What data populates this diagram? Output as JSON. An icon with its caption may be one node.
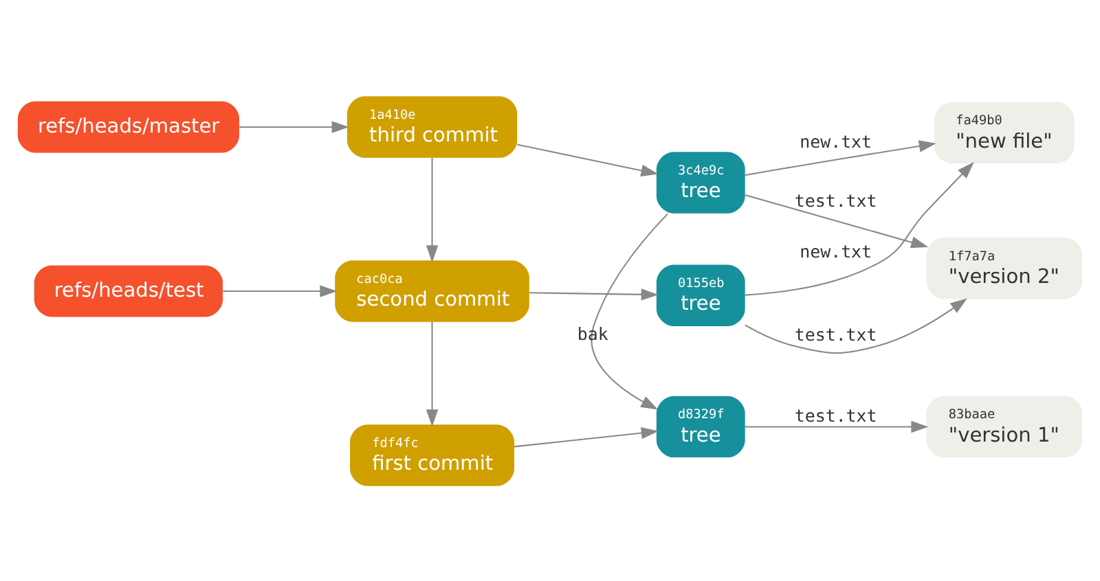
{
  "diagram": {
    "nodes": [
      {
        "text": [
          "refs/heads/master"
        ]
      },
      {
        "text": [
          "1a410e",
          "third commit"
        ]
      },
      {
        "text": [
          "3c4e9c",
          "tree"
        ]
      },
      {
        "text": [
          "refs/heads/test"
        ]
      },
      {
        "text": [
          "cac0ca",
          "second commit"
        ]
      },
      {
        "text": [
          "0155eb",
          "tree"
        ]
      },
      {
        "text": [
          "1f7a7a",
          "\"version 2\""
        ]
      },
      {
        "text": [
          "fa49b0",
          "\"new file\""
        ]
      },
      {
        "text": [
          "fdf4fc",
          "first commit"
        ]
      },
      {
        "text": [
          "d8329f",
          "tree"
        ]
      },
      {
        "text": [
          "83baae",
          "\"version 1\""
        ]
      }
    ],
    "edges": [
      {
        "from": 0,
        "to": 1,
        "arrow": "to"
      },
      {
        "from": 1,
        "to": 2,
        "arrow": "to"
      },
      {
        "from": 2,
        "to": 9,
        "label": "bak",
        "arrow": "to"
      },
      {
        "from": 2,
        "to": 7,
        "label": "new.txt",
        "arrow": "to"
      },
      {
        "from": 2,
        "to": 6,
        "label": "test.txt",
        "arrow": "to"
      },
      {
        "from": 1,
        "to": 4,
        "arrow": "to"
      },
      {
        "from": 3,
        "to": 4,
        "arrow": "to"
      },
      {
        "from": 4,
        "to": 5,
        "arrow": "to"
      },
      {
        "from": 5,
        "to": 6,
        "label": "test.txt",
        "arrow": "to"
      },
      {
        "from": 5,
        "to": 7,
        "label": "new.txt",
        "arrow": "to"
      },
      {
        "from": 4,
        "to": 8,
        "arrow": "to"
      },
      {
        "from": 8,
        "to": 9,
        "arrow": "to"
      },
      {
        "from": 9,
        "to": 10,
        "label": "test.txt",
        "arrow": "to"
      }
    ]
  }
}
